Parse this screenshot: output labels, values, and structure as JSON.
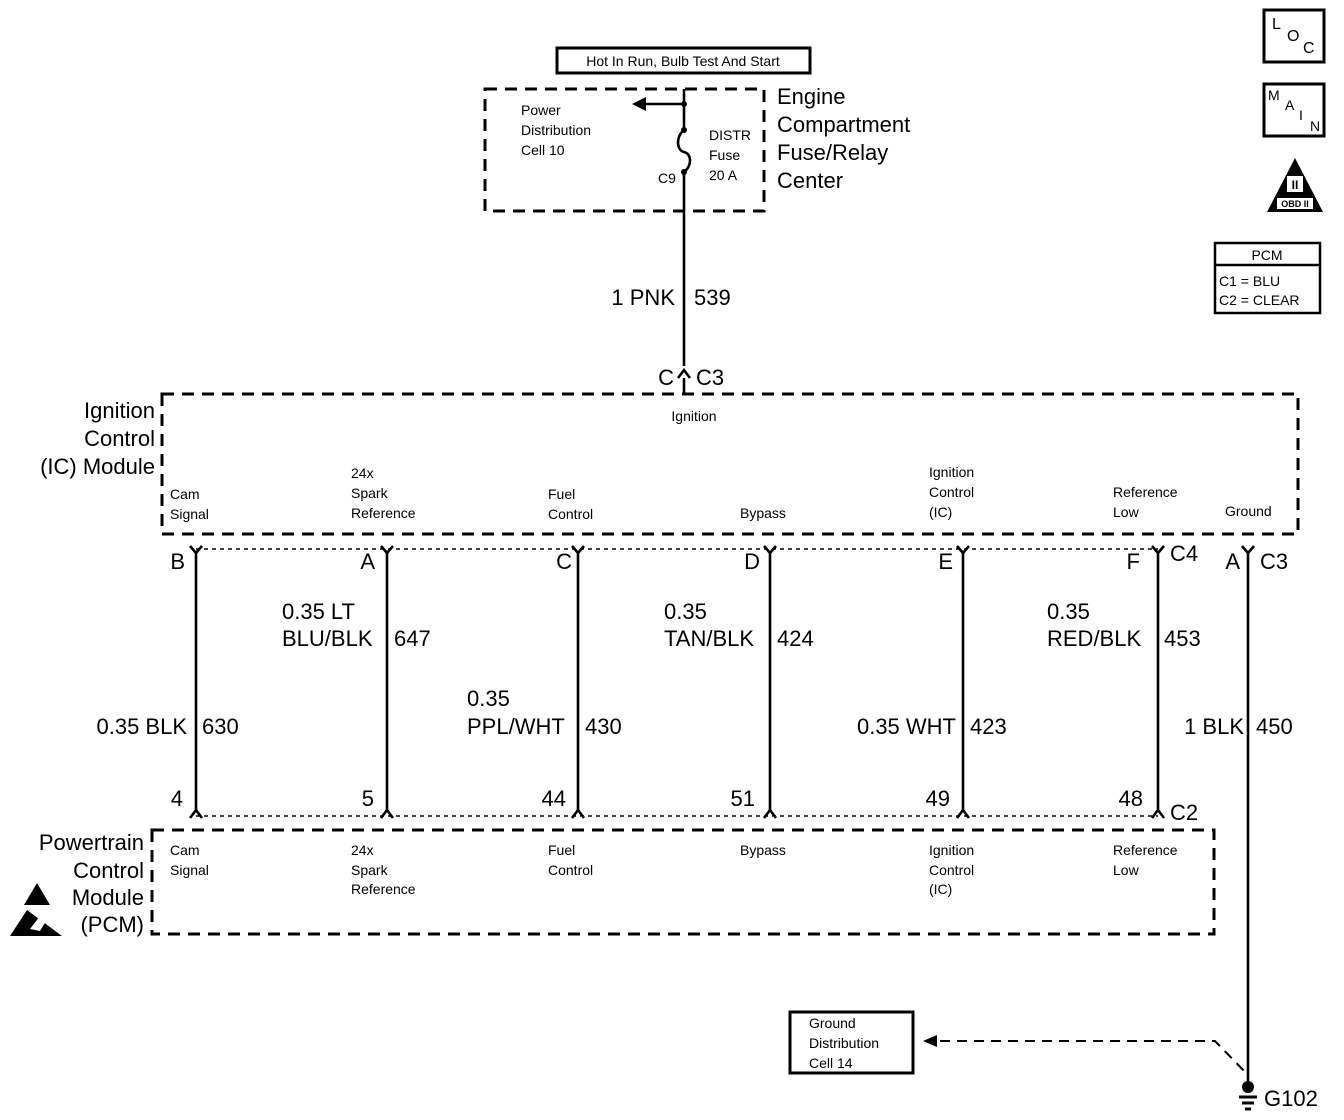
{
  "power_label": "Hot In Run, Bulb Test And Start",
  "fuse_center": {
    "title": [
      "Engine",
      "Compartment",
      "Fuse/Relay",
      "Center"
    ],
    "power_distribution": [
      "Power",
      "Distribution",
      "Cell 10"
    ],
    "fuse": [
      "DISTR",
      "Fuse",
      "20 A"
    ],
    "connector": "C9"
  },
  "feed_wire": {
    "gauge_color": "1 PNK",
    "circuit": "539"
  },
  "ic_module": {
    "title": [
      "Ignition",
      "Control",
      "(IC) Module"
    ],
    "ignition_pin": "C",
    "ignition_connector": "C3",
    "ignition_label": "Ignition",
    "signals": [
      {
        "lines": [
          "Cam",
          "Signal"
        ]
      },
      {
        "lines": [
          "24x",
          "Spark",
          "Reference"
        ]
      },
      {
        "lines": [
          "Fuel",
          "Control"
        ]
      },
      {
        "lines": [
          "Bypass"
        ]
      },
      {
        "lines": [
          "Ignition",
          "Control",
          "(IC)"
        ]
      },
      {
        "lines": [
          "Reference",
          "Low"
        ]
      },
      {
        "lines": [
          "Ground"
        ]
      }
    ],
    "connector_bottom": "C4"
  },
  "circuits": [
    {
      "ic_pin": "B",
      "pcm_pin": "4",
      "wire": [
        "0.35 BLK"
      ],
      "circuit": "630"
    },
    {
      "ic_pin": "A",
      "pcm_pin": "5",
      "wire": [
        "0.35 LT",
        "BLU/BLK"
      ],
      "circuit": "647"
    },
    {
      "ic_pin": "C",
      "pcm_pin": "44",
      "wire": [
        "0.35",
        "PPL/WHT"
      ],
      "circuit": "430"
    },
    {
      "ic_pin": "D",
      "pcm_pin": "51",
      "wire": [
        "0.35",
        "TAN/BLK"
      ],
      "circuit": "424"
    },
    {
      "ic_pin": "E",
      "pcm_pin": "49",
      "wire": [
        "0.35 WHT"
      ],
      "circuit": "423"
    },
    {
      "ic_pin": "F",
      "pcm_pin": "48",
      "wire": [
        "0.35",
        "RED/BLK"
      ],
      "circuit": "453"
    }
  ],
  "ground_circuit": {
    "pin": "A",
    "connector": "C3",
    "wire": "1 BLK",
    "circuit": "450",
    "ground": "G102"
  },
  "pcm_module": {
    "title": [
      "Powertrain",
      "Control",
      "Module",
      "(PCM)"
    ],
    "connector": "C2",
    "signals": [
      {
        "lines": [
          "Cam",
          "Signal"
        ]
      },
      {
        "lines": [
          "24x",
          "Spark",
          "Reference"
        ]
      },
      {
        "lines": [
          "Fuel",
          "Control"
        ]
      },
      {
        "lines": [
          "Bypass"
        ]
      },
      {
        "lines": [
          "Ignition",
          "Control",
          "(IC)"
        ]
      },
      {
        "lines": [
          "Reference",
          "Low"
        ]
      }
    ]
  },
  "ground_distribution": [
    "Ground",
    "Distribution",
    "Cell 14"
  ],
  "side_icons": {
    "loc": [
      "L",
      "O",
      "C"
    ],
    "main": [
      "M",
      "A",
      "I",
      "N"
    ],
    "obd": [
      "II",
      "OBD II"
    ],
    "pcm_table": {
      "header": "PCM",
      "rows": [
        "C1 = BLU",
        "C2 = CLEAR"
      ]
    }
  }
}
